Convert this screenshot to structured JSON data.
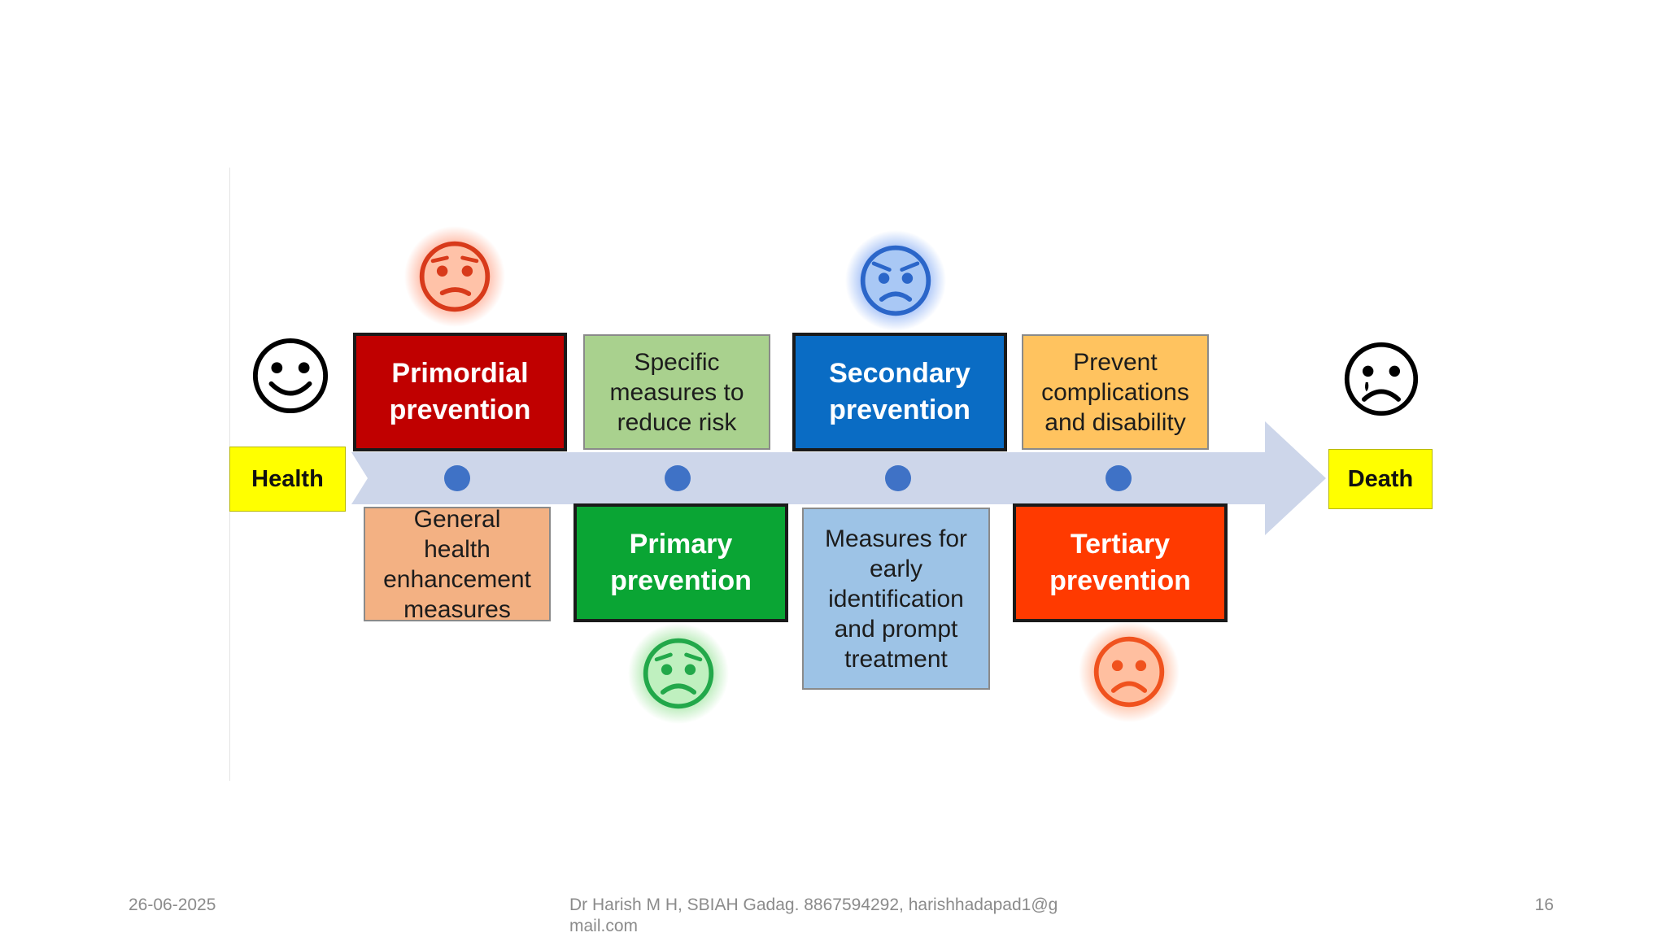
{
  "diagram": {
    "endpoints": {
      "start": "Health",
      "end": "Death"
    },
    "stages": {
      "primordial": "Primordial\nprevention",
      "primary": "Primary\nprevention",
      "secondary": "Secondary\nprevention",
      "tertiary": "Tertiary\nprevention"
    },
    "measures": {
      "general_health": "General\nhealth\nenhancement\nmeasures",
      "specific_measures": "Specific\nmeasures to\nreduce risk",
      "early_identification": "Measures for\nearly\nidentification\nand prompt\ntreatment",
      "prevent_complications": "Prevent\ncomplications\nand disability"
    },
    "faces": {
      "health": "smiling-face-icon",
      "primordial": "worried-face-icon",
      "primary": "anxious-face-icon",
      "secondary": "frowning-face-icon",
      "tertiary": "sad-face-icon",
      "death": "crying-face-icon"
    },
    "colors": {
      "primordial": "#c00000",
      "primary": "#0aa534",
      "secondary": "#0a6cc4",
      "tertiary": "#ff3a00",
      "general_health": "#f3b183",
      "specific_measures": "#a9d18e",
      "early_identification": "#9dc3e6",
      "prevent_complications": "#ffc35f",
      "endpoint": "#ffff00",
      "arrow": "#cdd6ea",
      "dot": "#3f72c6"
    }
  },
  "footer": {
    "date": "26-06-2025",
    "author": "Dr Harish M H, SBIAH Gadag. 8867594292, harishhadapad1@g\nmail.com",
    "page_number": "16"
  }
}
